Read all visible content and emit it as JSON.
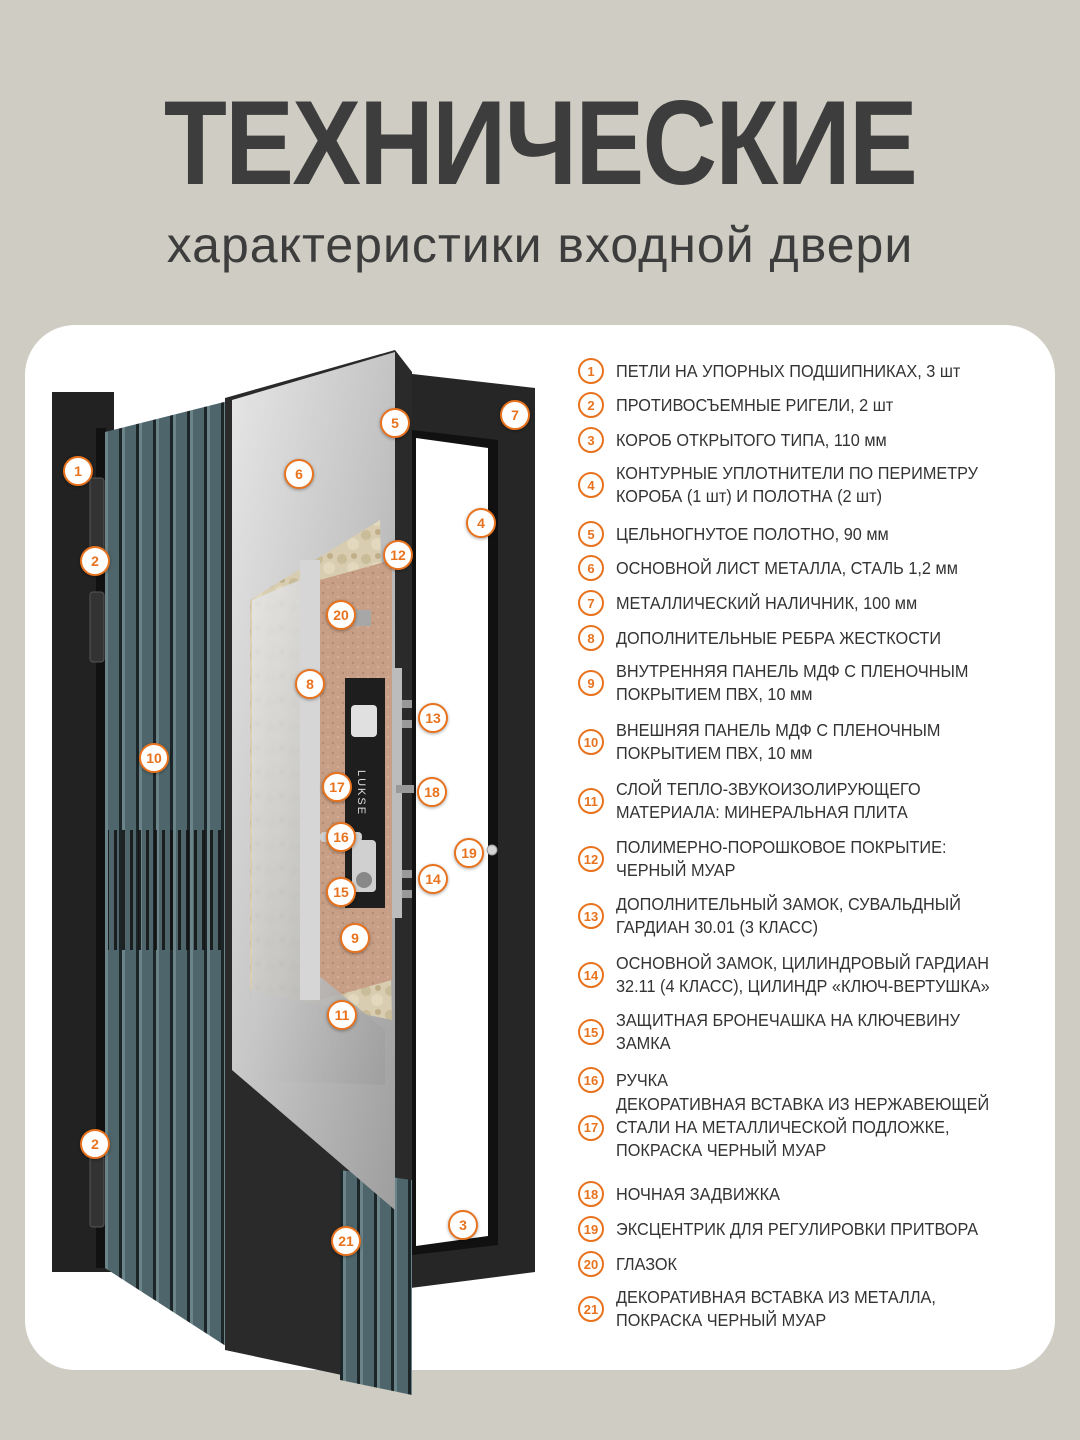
{
  "header": {
    "title": "ТЕХНИЧЕСКИЕ",
    "subtitle": "характеристики входной двери"
  },
  "door": {
    "lock_brand": "LUKSE"
  },
  "legend": [
    {
      "num": "1",
      "lines": [
        "ПЕТЛИ НА УПОРНЫХ ПОДШИПНИКАХ, 3 шт"
      ]
    },
    {
      "num": "2",
      "lines": [
        "ПРОТИВОСЪЕМНЫЕ РИГЕЛИ, 2 шт"
      ]
    },
    {
      "num": "3",
      "lines": [
        "КОРОБ ОТКРЫТОГО ТИПА, 110 мм"
      ]
    },
    {
      "num": "4",
      "lines": [
        "КОНТУРНЫЕ УПЛОТНИТЕЛИ ПО ПЕРИМЕТРУ",
        "КОРОБА (1 шт) И ПОЛОТНА (2 шт)"
      ]
    },
    {
      "num": "5",
      "lines": [
        "ЦЕЛЬНОГНУТОЕ ПОЛОТНО, 90 мм"
      ]
    },
    {
      "num": "6",
      "lines": [
        "ОСНОВНОЙ ЛИСТ МЕТАЛЛА, СТАЛЬ 1,2 мм"
      ]
    },
    {
      "num": "7",
      "lines": [
        "МЕТАЛЛИЧЕСКИЙ НАЛИЧНИК, 100 мм"
      ]
    },
    {
      "num": "8",
      "lines": [
        "ДОПОЛНИТЕЛЬНЫЕ РЕБРА ЖЕСТКОСТИ"
      ]
    },
    {
      "num": "9",
      "lines": [
        "ВНУТРЕННЯЯ ПАНЕЛЬ МДФ С ПЛЕНОЧНЫМ",
        "ПОКРЫТИЕМ ПВХ, 10 мм"
      ]
    },
    {
      "num": "10",
      "lines": [
        "ВНЕШНЯЯ ПАНЕЛЬ МДФ С ПЛЕНОЧНЫМ",
        "ПОКРЫТИЕМ ПВХ, 10 мм"
      ]
    },
    {
      "num": "11",
      "lines": [
        "СЛОЙ ТЕПЛО-ЗВУКОИЗОЛИРУЮЩЕГО",
        "МАТЕРИАЛА: МИНЕРАЛЬНАЯ ПЛИТА"
      ]
    },
    {
      "num": "12",
      "lines": [
        "ПОЛИМЕРНО-ПОРОШКОВОЕ ПОКРЫТИЕ:",
        "ЧЕРНЫЙ МУАР"
      ]
    },
    {
      "num": "13",
      "lines": [
        "ДОПОЛНИТЕЛЬНЫЙ ЗАМОК, СУВАЛЬДНЫЙ",
        "ГАРДИАН 30.01 (3 КЛАСС)"
      ]
    },
    {
      "num": "14",
      "lines": [
        "ОСНОВНОЙ ЗАМОК, ЦИЛИНДРОВЫЙ ГАРДИАН",
        "32.11 (4 КЛАСС), ЦИЛИНДР «КЛЮЧ-ВЕРТУШКА»"
      ]
    },
    {
      "num": "15",
      "lines": [
        "ЗАЩИТНАЯ БРОНЕЧАШКА НА КЛЮЧЕВИНУ",
        "ЗАМКА"
      ]
    },
    {
      "num": "16",
      "lines": [
        "РУЧКА"
      ]
    },
    {
      "num": "17",
      "lines": [
        "ДЕКОРАТИВНАЯ ВСТАВКА ИЗ НЕРЖАВЕЮЩЕЙ",
        "СТАЛИ НА МЕТАЛЛИЧЕСКОЙ ПОДЛОЖКЕ,",
        "ПОКРАСКА ЧЕРНЫЙ МУАР"
      ]
    },
    {
      "num": "18",
      "lines": [
        "НОЧНАЯ ЗАДВИЖКА"
      ]
    },
    {
      "num": "19",
      "lines": [
        "ЭКСЦЕНТРИК ДЛЯ РЕГУЛИРОВКИ ПРИТВОРА"
      ]
    },
    {
      "num": "20",
      "lines": [
        "ГЛАЗОК"
      ]
    },
    {
      "num": "21",
      "lines": [
        "ДЕКОРАТИВНАЯ ВСТАВКА ИЗ МЕТАЛЛА,",
        "ПОКРАСКА ЧЕРНЫЙ МУАР"
      ]
    }
  ],
  "callouts": [
    {
      "num": "1"
    },
    {
      "num": "2"
    },
    {
      "num": "2"
    },
    {
      "num": "3"
    },
    {
      "num": "4"
    },
    {
      "num": "5"
    },
    {
      "num": "6"
    },
    {
      "num": "7"
    },
    {
      "num": "8"
    },
    {
      "num": "9"
    },
    {
      "num": "10"
    },
    {
      "num": "11"
    },
    {
      "num": "12"
    },
    {
      "num": "13"
    },
    {
      "num": "14"
    },
    {
      "num": "15"
    },
    {
      "num": "16"
    },
    {
      "num": "17"
    },
    {
      "num": "18"
    },
    {
      "num": "19"
    },
    {
      "num": "20"
    },
    {
      "num": "21"
    }
  ],
  "colors": {
    "background": "#cfcdc3",
    "accent": "#e8731e",
    "panel": "#4c6468",
    "frame": "#262626"
  }
}
